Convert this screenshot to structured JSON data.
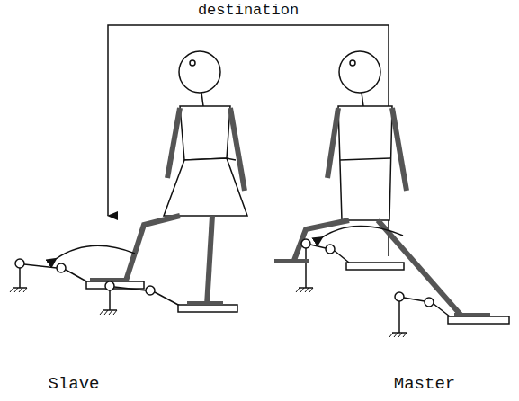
{
  "diagram": {
    "labels": [
      "destination",
      "Slave",
      "Master"
    ]
  }
}
